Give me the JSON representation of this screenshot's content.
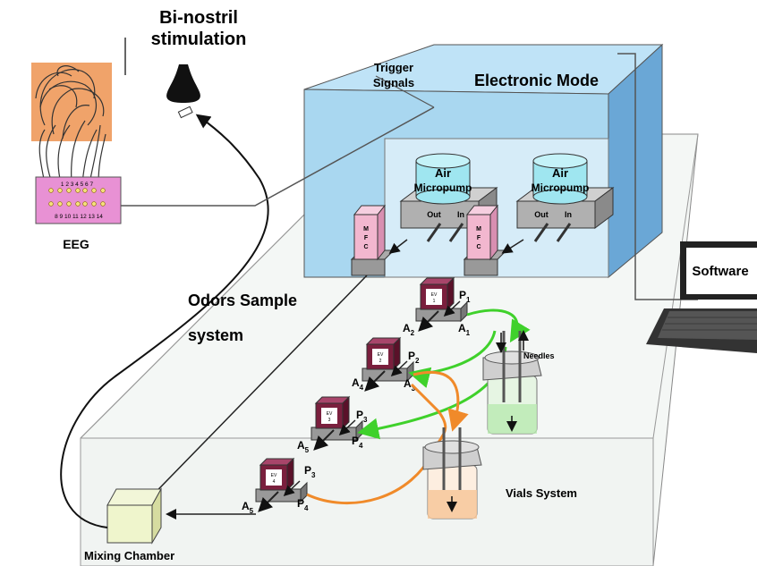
{
  "labels": {
    "bi_nostril": "Bi-nostril",
    "stimulation": "stimulation",
    "trigger": "Trigger",
    "signals": "Signals",
    "electronic_mode": "Electronic Mode",
    "eeg": "EEG",
    "eeg_top_numbers": "1 2 3 4 5 6 7",
    "eeg_bottom_numbers": "8 9 10 11 12 13 14",
    "software": "Software",
    "odors_sample": "Odors Sample",
    "system": "system",
    "needles": "Needles",
    "vials_system": "Vials System",
    "mixing_chamber": "Mixing Chamber",
    "air": "Air",
    "micropump": "Micropump",
    "out": "Out",
    "in": "In",
    "mfc_m": "M",
    "mfc_f": "F",
    "mfc_c": "C",
    "ev": "EV",
    "ev1_num": "1",
    "ev2_num": "2",
    "ev3_num": "3",
    "ev4_num": "4",
    "p_letter": "P",
    "a_letter": "A",
    "sub1": "1",
    "sub2": "2",
    "sub3": "3",
    "sub4": "4",
    "sub5": "5"
  },
  "colors": {
    "box_front": "#a9d7f0",
    "box_top": "#bfe3f7",
    "box_side": "#6aa7d6",
    "inner_panel": "#d6ecf8",
    "mfc_pink": "#f2b7cf",
    "ev_maroon": "#7a1f3d",
    "eeg_orange": "#f0a36a",
    "eeg_pink": "#e891d4",
    "green_tube": "#3fd12b",
    "orange_tube": "#f08a2a"
  }
}
